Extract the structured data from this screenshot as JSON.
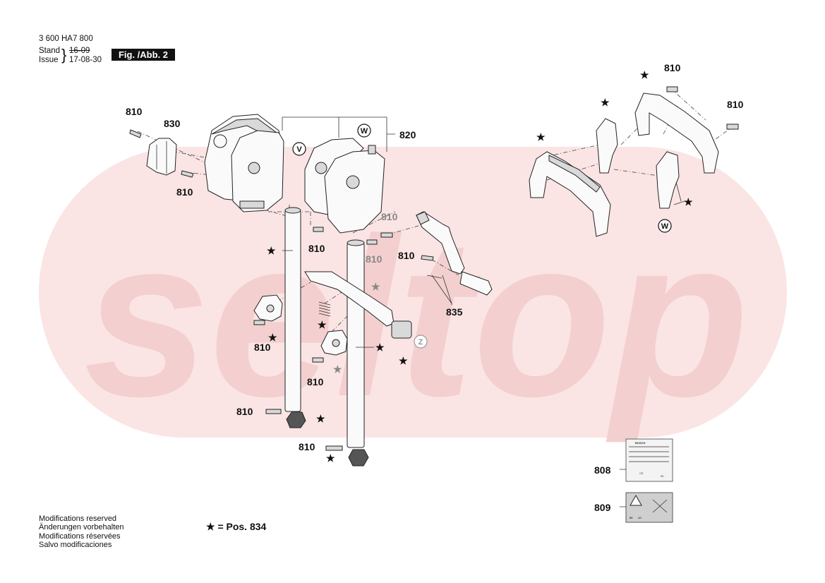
{
  "header": {
    "doc_number": "3 600 HA7 800",
    "stand_label": "Stand",
    "issue_label": "Issue",
    "old_date": "16-09",
    "new_date": "17-08-30",
    "figure_label": "Fig. /Abb. 2"
  },
  "watermark": {
    "text": "seltop"
  },
  "labels": {
    "p808": "808",
    "p809": "809",
    "p810": "810",
    "p820": "820",
    "p830": "830",
    "p835": "835",
    "star": "★"
  },
  "view_markers": {
    "v": "V",
    "w": "W",
    "z": "Z"
  },
  "nameplate": {
    "brand": "BOSCH",
    "ce": "CE",
    "ninety": "90",
    "db": "dB"
  },
  "footer": {
    "lines": [
      "Modifications reserved",
      "Änderungen vorbehalten",
      "Modifications réservées",
      "Salvo modificaciones"
    ],
    "legend": "★ = Pos. 834"
  },
  "colors": {
    "watermark": "#f7d9d9",
    "ink": "#111111",
    "grey_label": "#888888"
  }
}
